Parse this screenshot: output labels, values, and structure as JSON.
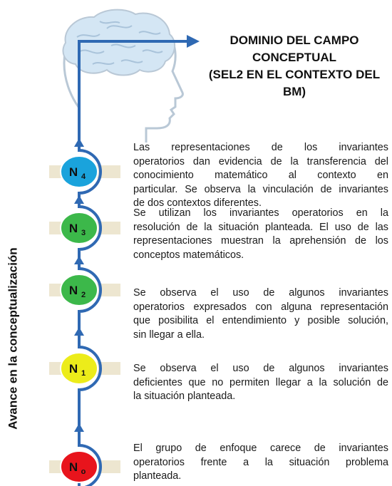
{
  "title_lines": [
    "DOMINIO DEL CAMPO",
    "CONCEPTUAL",
    "(SEL2 EN EL CONTEXTO DEL",
    "BM)"
  ],
  "axis_label": "Avance en la conceptualización",
  "levels": [
    {
      "letter": "N",
      "sub": "4",
      "color": "#1aa3dc",
      "lines": [
        "Las representaciones de los invariantes",
        "operatorios dan evidencia de la transferencia del",
        "conocimiento matemático al contexto en",
        "particular. Se observa la vinculación de invariantes",
        "de dos contextos diferentes."
      ]
    },
    {
      "letter": "N",
      "sub": "3",
      "color": "#3cb84a",
      "lines": [
        "Se utilizan los invariantes operatorios en la",
        "resolución de la situación planteada. El uso de las",
        "representaciones muestran la aprehensión de los",
        "conceptos matemáticos."
      ]
    },
    {
      "letter": "N",
      "sub": "2",
      "color": "#3cb84a",
      "lines": [
        "Se observa el uso de algunos invariantes",
        "operatorios expresados con alguna representación",
        "que posibilita el entendimiento y posible solución,",
        "sin llegar a ella."
      ]
    },
    {
      "letter": "N",
      "sub": "1",
      "color": "#ecec1a",
      "lines": [
        "Se observa el uso de algunos invariantes",
        "deficientes que no permiten llegar a la solución de",
        "la situación planteada."
      ]
    },
    {
      "letter": "N",
      "sub": "o",
      "color": "#e8141c",
      "lines": [
        "El grupo de enfoque carece de invariantes",
        "operatorios frente a la situación problema",
        "planteada."
      ]
    }
  ],
  "colors": {
    "arrow": "#2f69b3",
    "bar": "#ede6d0",
    "brain": "#d4e6f4",
    "head": "#b9c8d6"
  }
}
